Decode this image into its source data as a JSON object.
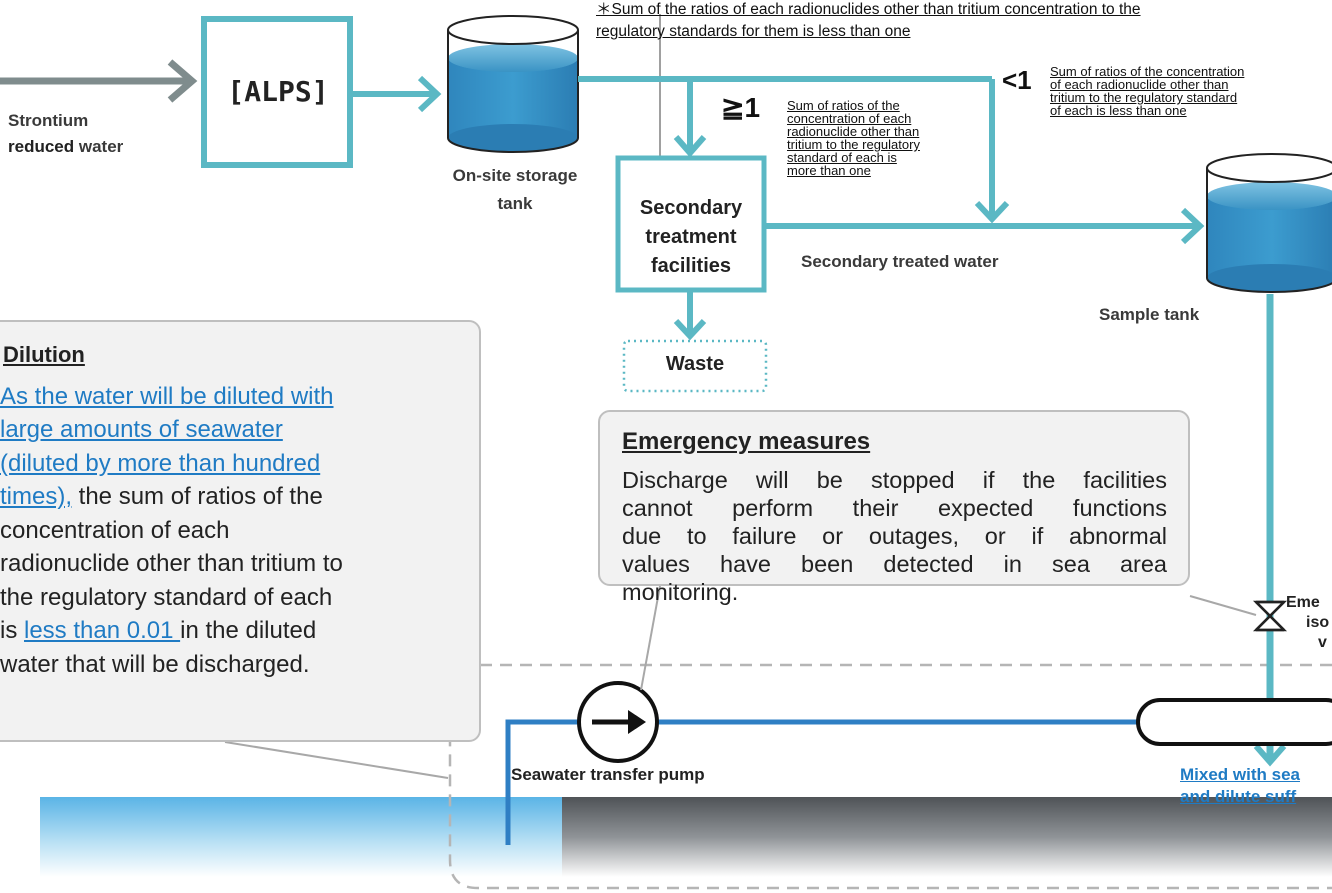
{
  "note_top": {
    "line1": "＊Sum of the ratios of each radionuclides other than tritium concentration to the",
    "line2": "regulatory standards for them is less than one"
  },
  "inflow_label": {
    "line1": "Strontium",
    "line2_bold": "reduced",
    "line2_rest": " water"
  },
  "alps_label": "[ALPS]",
  "onsite_tank_label": {
    "line1": "On-site storage",
    "line2": "tank"
  },
  "branch_ge1": {
    "symbol": "≧1",
    "lines": [
      "Sum of ratios of the",
      "concentration of each",
      "radionuclide other than",
      "tritium to the regulatory",
      "standard of each is",
      "more than one"
    ]
  },
  "branch_lt1": {
    "symbol": "<1",
    "lines": [
      "Sum of ratios of the concentration",
      "of each radionuclide other than",
      "tritium to the regulatory standard",
      "of each is less than one"
    ]
  },
  "secondary_box": {
    "lines": [
      "Secondary",
      "treatment",
      "facilities"
    ]
  },
  "secondary_water_label": "Secondary treated water",
  "sample_tank_label": "Sample tank",
  "waste_label": "Waste",
  "dilution": {
    "title": "Dilution",
    "highlight_lines": [
      "As the water will be diluted with",
      "large amounts of seawater",
      "(diluted by more than hundred",
      "times),"
    ],
    "text_after": " the sum of ratios of the",
    "lines": [
      "concentration of each",
      "radionuclide other than tritium to",
      "the regulatory standard of each"
    ],
    "is_prefix": "is ",
    "highlight_value": "less than 0.01 ",
    "is_suffix": "in the diluted",
    "last_line": "water that will be discharged."
  },
  "emergency": {
    "title": "Emergency measures",
    "lines": [
      "Discharge will be stopped if the facilities",
      "cannot perform their expected functions",
      "due to failure or outages, or if abnormal",
      "values have been detected in sea area",
      "monitoring."
    ]
  },
  "valve_label": {
    "line1": "Eme",
    "line2": "iso",
    "line3": "v"
  },
  "pump_label": "Seawater transfer pump",
  "mixed_label": {
    "line1": "Mixed with sea",
    "line2": "and dilute suff"
  },
  "colors": {
    "teal": "#5bb8c4",
    "dark_teal": "#4aa6b3",
    "pipe_blue": "#2f7fc4",
    "grey_arrow": "#7f8c8d",
    "box_border": "#4fb3be",
    "callout_bg": "#f2f2f2"
  }
}
